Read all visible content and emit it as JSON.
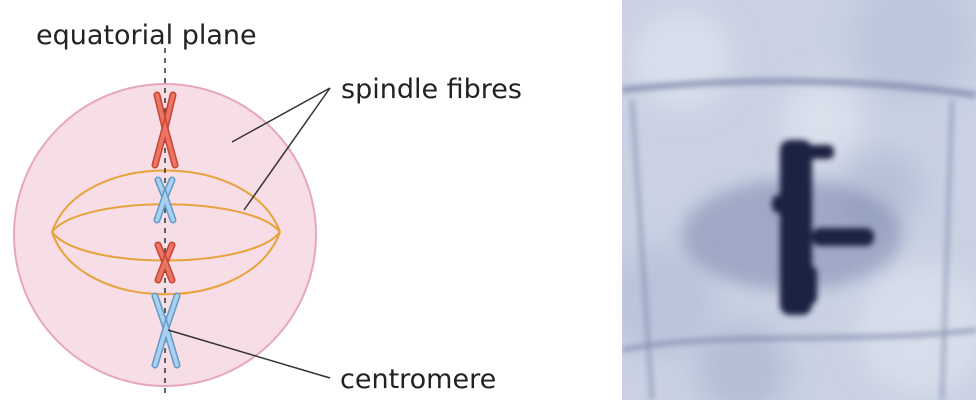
{
  "labels": {
    "equatorial_plane": "equatorial plane",
    "spindle_fibres": "spindle fibres",
    "centromere": "centromere"
  },
  "colors": {
    "cell_fill": "#f7dde6",
    "cell_stroke": "#e7a7bb",
    "spindle": "#e8a23c",
    "chromosome_red": "#e25b4c",
    "chromosome_blue": "#8dbde2",
    "line": "#333333",
    "photo_bg": "#c9d1e3",
    "photo_dark": "#1c2243"
  }
}
